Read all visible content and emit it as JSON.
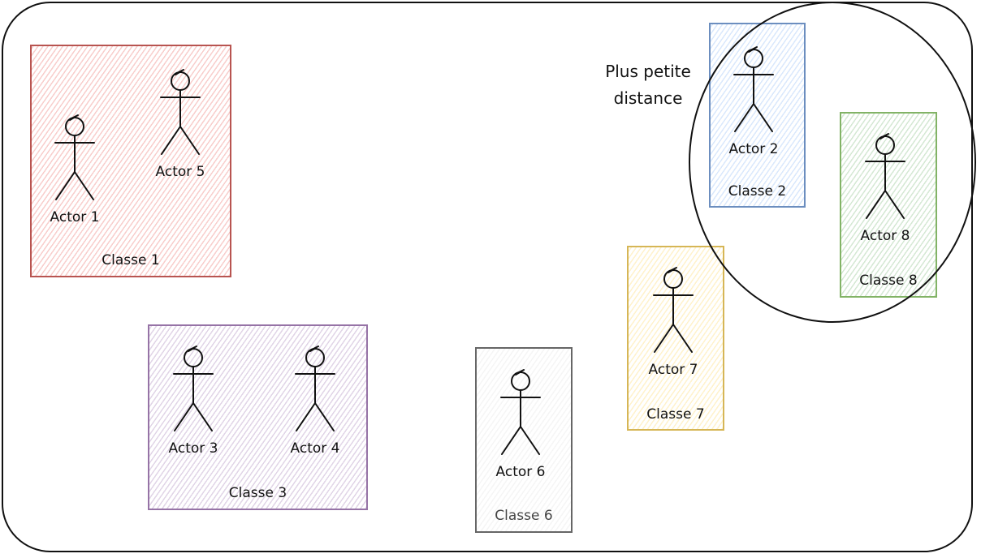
{
  "note": {
    "line1": "Plus petite",
    "line2": "distance"
  },
  "classes": [
    {
      "label": "Classe 1",
      "stroke": "#b85450",
      "fill": "#f8cecc",
      "actors": [
        "Actor 1",
        "Actor 5"
      ]
    },
    {
      "label": "Classe 2",
      "stroke": "#6c8ebf",
      "fill": "#dae8fc",
      "actors": [
        "Actor 2"
      ]
    },
    {
      "label": "Classe 3",
      "stroke": "#9673a6",
      "fill": "#e1d5e7",
      "actors": [
        "Actor 3",
        "Actor 4"
      ]
    },
    {
      "label": "Classe 6",
      "stroke": "#666666",
      "fill": "#f5f5f5",
      "actors": [
        "Actor 6"
      ]
    },
    {
      "label": "Classe 7",
      "stroke": "#d6b656",
      "fill": "#fff2cc",
      "actors": [
        "Actor 7"
      ]
    },
    {
      "label": "Classe 8",
      "stroke": "#82b366",
      "fill": "#d5e8d4",
      "actors": [
        "Actor 8"
      ]
    }
  ]
}
